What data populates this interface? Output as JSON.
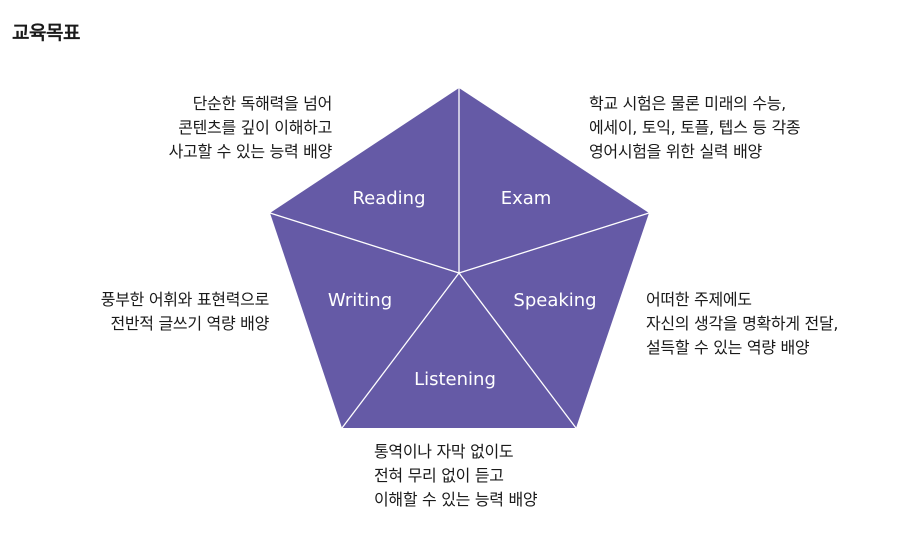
{
  "title": "교육목표",
  "colors": {
    "fill": "#655aa6",
    "divider": "#ffffff"
  },
  "segments": {
    "reading": "Reading",
    "exam": "Exam",
    "speaking": "Speaking",
    "listening": "Listening",
    "writing": "Writing"
  },
  "descriptions": {
    "reading": [
      "단순한 독해력을 넘어",
      "콘텐츠를 깊이 이해하고",
      "사고할 수 있는 능력 배양"
    ],
    "exam": [
      "학교 시험은 물론 미래의 수능,",
      "에세이, 토익, 토플, 텝스 등 각종",
      "영어시험을 위한 실력 배양"
    ],
    "writing": [
      "풍부한 어휘와 표현력으로",
      "전반적 글쓰기 역량 배양"
    ],
    "speaking": [
      "어떠한 주제에도",
      "자신의 생각을 명확하게 전달,",
      "설득할 수 있는 역량 배양"
    ],
    "listening": [
      "통역이나 자막 없이도",
      "전혀 무리 없이 듣고",
      "이해할 수 있는 능력 배양"
    ]
  }
}
